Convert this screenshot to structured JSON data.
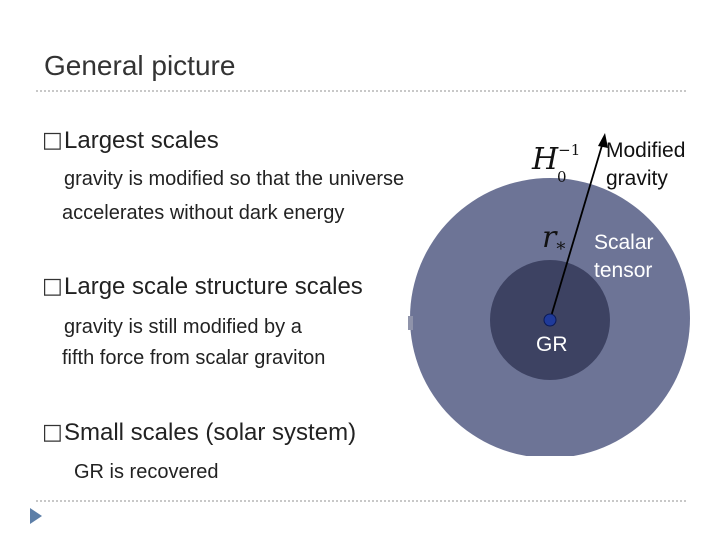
{
  "slide": {
    "title": "General picture"
  },
  "bullets": [
    {
      "marker": "□",
      "heading": "Largest scales",
      "lines": [
        "gravity is modified so that the universe",
        "accelerates without dark energy"
      ]
    },
    {
      "marker": "□",
      "heading": "Large scale structure scales",
      "lines": [
        "gravity is still modified by a",
        "fifth force from scalar graviton"
      ]
    },
    {
      "marker": "□",
      "heading": "Small scales (solar system)",
      "lines": [
        "GR is recovered"
      ]
    }
  ],
  "diagram": {
    "outer_label": [
      "Modified",
      "gravity"
    ],
    "middle_label": [
      "Scalar",
      "tensor"
    ],
    "center_label": "GR",
    "hubble_symbol": "H",
    "hubble_sub": "0",
    "hubble_sup": "−1",
    "rstar_symbol": "r",
    "rstar_sub": "*",
    "colors": {
      "outer": "#6d7496",
      "inner": "#3d4262",
      "center_dot": "#1f3a9a"
    }
  },
  "nav": {
    "icon": "play-triangle-icon"
  }
}
